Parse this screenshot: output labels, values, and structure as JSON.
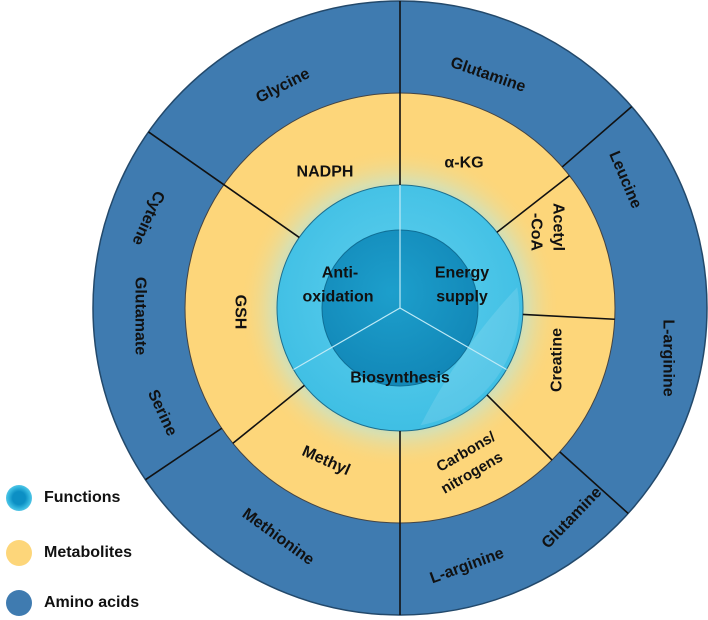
{
  "colors": {
    "amino_acids": "#3f7bb0",
    "metabolites": "#fdd67a",
    "functions": "#2fb3d9",
    "lines": "#111111"
  },
  "amino_acids": [
    {
      "id": "glycine",
      "label": "Glycine"
    },
    {
      "id": "glutamine-top",
      "label": "Glutamine"
    },
    {
      "id": "leucine",
      "label": "Leucine"
    },
    {
      "id": "l-arginine-right",
      "label": "L-arginine"
    },
    {
      "id": "glutamine-bottom",
      "label": "Glutamine"
    },
    {
      "id": "l-arginine-bottom",
      "label": "L-arginine"
    },
    {
      "id": "methionine",
      "label": "Methionine"
    },
    {
      "id": "serine",
      "label": "Serine"
    },
    {
      "id": "glutamate",
      "label": "Glutamate"
    },
    {
      "id": "cyteine",
      "label": "Cyteine"
    }
  ],
  "metabolites": [
    {
      "id": "nadph",
      "label": "NADPH"
    },
    {
      "id": "alpha-kg",
      "label": "α-KG"
    },
    {
      "id": "acetyl-coa-1",
      "label": "Acetyl"
    },
    {
      "id": "acetyl-coa-2",
      "label": "-CoA"
    },
    {
      "id": "creatine",
      "label": "Creatine"
    },
    {
      "id": "carbons-1",
      "label": "Carbons/"
    },
    {
      "id": "carbons-2",
      "label": "nitrogens"
    },
    {
      "id": "methyl",
      "label": "Methyl"
    },
    {
      "id": "gsh",
      "label": "GSH"
    }
  ],
  "functions": [
    {
      "id": "anti-1",
      "label": "Anti-"
    },
    {
      "id": "anti-2",
      "label": "oxidation"
    },
    {
      "id": "energy-1",
      "label": "Energy"
    },
    {
      "id": "energy-2",
      "label": "supply"
    },
    {
      "id": "biosynthesis",
      "label": "Biosynthesis"
    }
  ],
  "legend": [
    {
      "id": "functions",
      "label": "Functions",
      "color": "#2fb3d9"
    },
    {
      "id": "metabolites",
      "label": "Metabolites",
      "color": "#fdd67a"
    },
    {
      "id": "amino-acids",
      "label": "Amino acids",
      "color": "#3f7bb0"
    }
  ]
}
